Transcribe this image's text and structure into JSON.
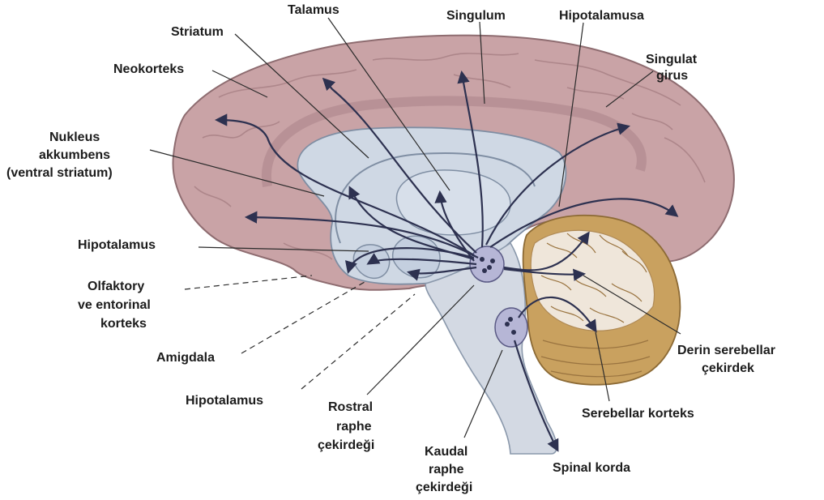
{
  "labels": {
    "talamus": "Talamus",
    "singulum": "Singulum",
    "hipotalamusa": "Hipotalamusa",
    "striatum": "Striatum",
    "neokorteks": "Neokorteks",
    "singulat_1": "Singulat",
    "singulat_2": "girus",
    "nukleus_1": "Nukleus",
    "nukleus_2": "akkumbens",
    "nukleus_3": "(ventral striatum)",
    "hipotalamus_1": "Hipotalamus",
    "olfaktory_1": "Olfaktory",
    "olfaktory_2": "ve entorinal",
    "olfaktory_3": "korteks",
    "amigdala": "Amigdala",
    "hipotalamus_2": "Hipotalamus",
    "rostral_1": "Rostral",
    "rostral_2": "raphe",
    "rostral_3": "çekirdeği",
    "kaudal_1": "Kaudal",
    "kaudal_2": "raphe",
    "kaudal_3": "çekirdeği",
    "derin_1": "Derin serebellar",
    "derin_2": "çekirdek",
    "serebellar_korteks": "Serebellar korteks",
    "spinal_korda": "Spinal korda"
  },
  "colors": {
    "cortex": "#c9a3a6",
    "cortex_edge": "#8e6c70",
    "inner": "#cfd8e4",
    "inner_edge": "#7f8ea3",
    "cerebellum": "#c9a15f",
    "cerebellum_white": "#efe6da",
    "nucleus": "#b6b6d6",
    "pathway": "#2d3150"
  }
}
